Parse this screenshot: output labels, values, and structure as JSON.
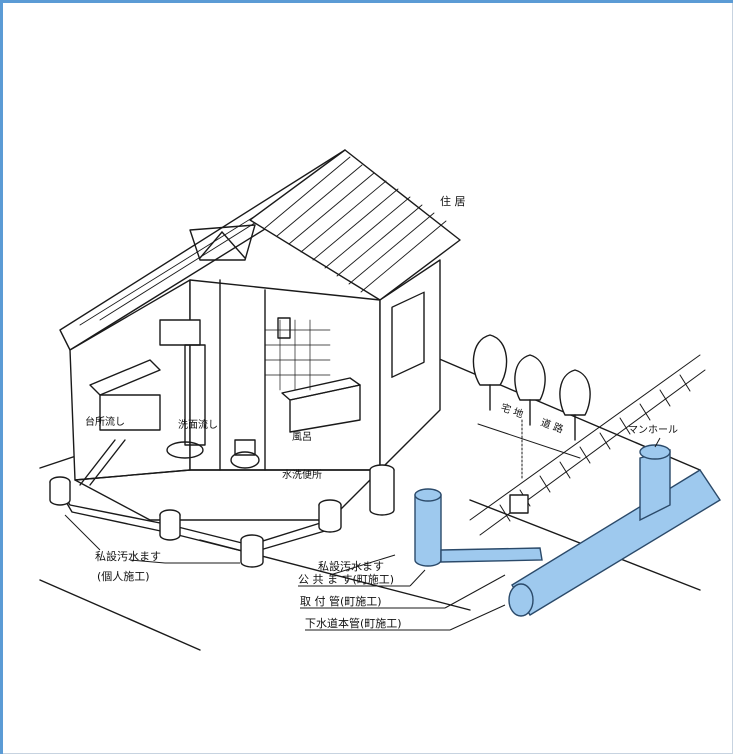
{
  "labels": {
    "house": "住 居",
    "kitchen": "台所流し",
    "sink": "洗面流し",
    "bath": "風呂",
    "toilet": "水洗便所",
    "private_ditch": "宅 地",
    "road": "道 路",
    "manhole": "マンホール",
    "private_basin": "私設汚水ます",
    "private_basin_note": "(個人施工)",
    "private_basin2": "私設汚水ます",
    "public_basin": "公 共 ま す(町施工)",
    "connection_pipe": "取 付 管(町施工)",
    "sewer_main": "下水道本管(町施工)"
  },
  "colors": {
    "pipe": "#9ec9ee",
    "pipe_stroke": "#2b4a6a",
    "line": "#1a1a1a",
    "frame": "#5b9bd5"
  }
}
